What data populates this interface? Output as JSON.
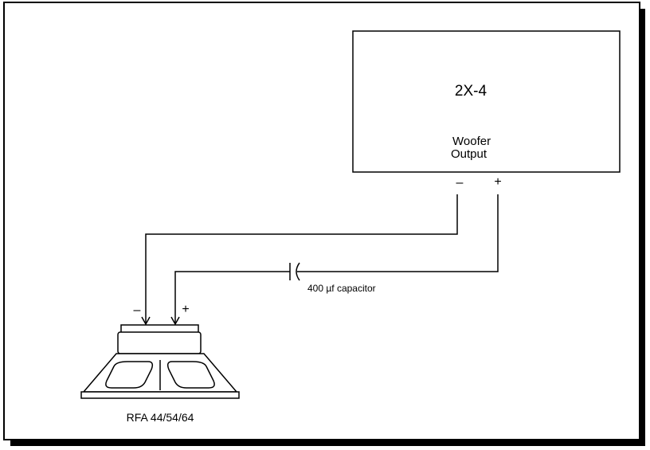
{
  "amplifier": {
    "model": "2X-4",
    "output_line1": "Woofer",
    "output_line2": "Output",
    "minus_terminal": "–",
    "plus_terminal": "+"
  },
  "capacitor": {
    "label": "400 µf capacitor"
  },
  "speaker": {
    "model": "RFA 44/54/64",
    "minus_terminal": "–",
    "plus_terminal": "+"
  },
  "colors": {
    "line": "#000000",
    "background": "#ffffff"
  }
}
